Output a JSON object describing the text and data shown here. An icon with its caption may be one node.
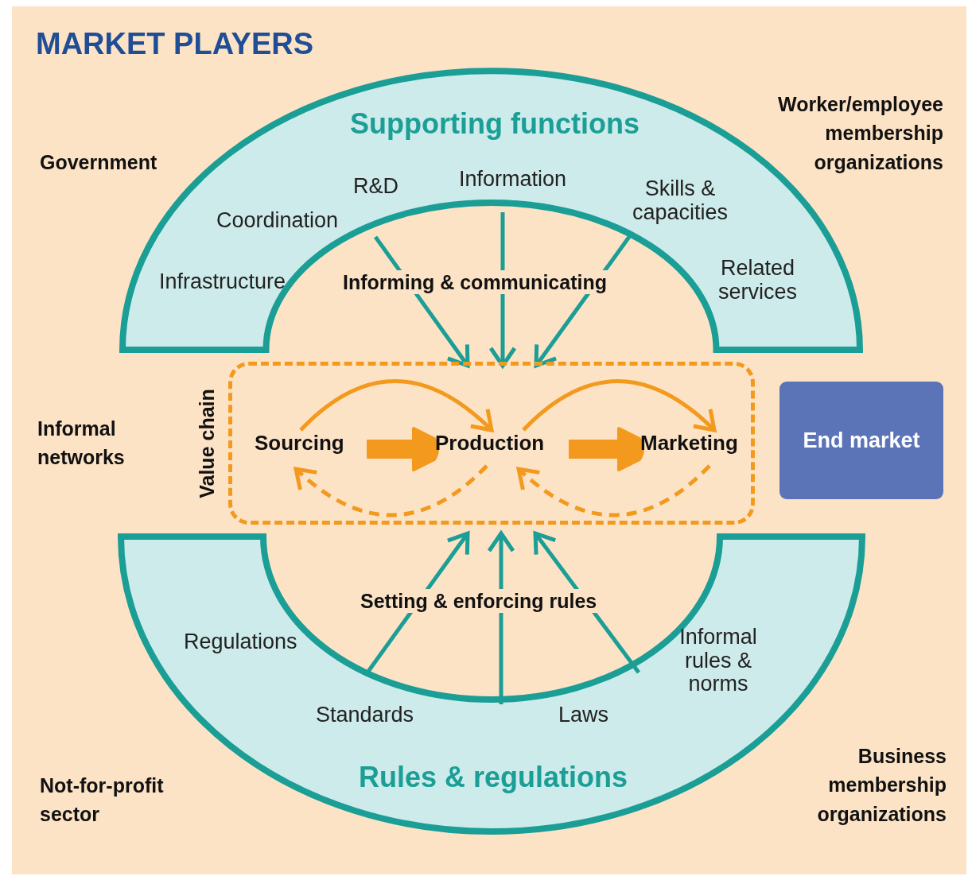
{
  "diagram": {
    "title": "MARKET PLAYERS",
    "nodes": [
      {
        "text": [
          "Supporting functions",
          "Infrastructure",
          "Coordination",
          "R&D",
          "Information",
          "Skills & capacities",
          "Related services"
        ]
      },
      {
        "text": [
          "Rules & regulations",
          "Regulations",
          "Standards",
          "Laws",
          "Informal rules & norms"
        ]
      },
      {
        "text": [
          "Value chain"
        ]
      },
      {
        "text": [
          "Sourcing"
        ],
        "in": 2
      },
      {
        "text": [
          "Production"
        ],
        "in": 2
      },
      {
        "text": [
          "Marketing"
        ],
        "in": 2
      },
      {
        "text": [
          "End market"
        ]
      }
    ],
    "edges": [
      {
        "from": 3,
        "to": 4,
        "arrow": "to",
        "style": "thick",
        "color": "#f39a1e"
      },
      {
        "from": 4,
        "to": 5,
        "arrow": "to",
        "style": "thick",
        "color": "#f39a1e"
      },
      {
        "from": 3,
        "to": 4,
        "arrow": "to",
        "color": "#f39a1e"
      },
      {
        "from": 4,
        "to": 3,
        "arrow": "to",
        "style": "dashed",
        "color": "#f39a1e"
      },
      {
        "from": 4,
        "to": 5,
        "arrow": "to",
        "color": "#f39a1e"
      },
      {
        "from": 5,
        "to": 4,
        "arrow": "to",
        "style": "dashed",
        "color": "#f39a1e"
      },
      {
        "from": 0,
        "to": 2,
        "arrow": "to",
        "color": "#1a9e96"
      },
      {
        "from": 0,
        "to": 2,
        "arrow": "to",
        "color": "#1a9e96"
      },
      {
        "from": 0,
        "to": 2,
        "arrow": "to",
        "color": "#1a9e96"
      },
      {
        "from": 1,
        "to": 2,
        "arrow": "to",
        "color": "#1a9e96"
      },
      {
        "from": 1,
        "to": 2,
        "arrow": "to",
        "color": "#1a9e96"
      },
      {
        "from": 1,
        "to": 2,
        "arrow": "to",
        "color": "#1a9e96"
      }
    ],
    "labels": [
      "Worker/employee membership organizations",
      "Government",
      "Informing & communicating",
      "Informal networks",
      "Setting & enforcing rules",
      "Business membership organizations",
      "Not-for-profit sector"
    ]
  }
}
